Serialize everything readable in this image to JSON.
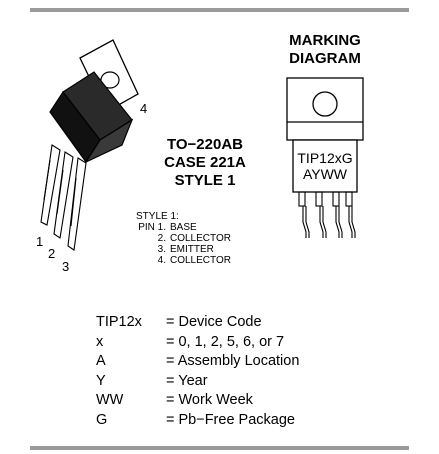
{
  "package": {
    "line1": "TO−220AB",
    "line2": "CASE 221A",
    "line3": "STYLE 1",
    "pin_labels": [
      "1",
      "2",
      "3",
      "4"
    ]
  },
  "marking": {
    "title_line1": "MARKING",
    "title_line2": "DIAGRAM",
    "code_line1": "TIP12xG",
    "code_line2": "AYWW"
  },
  "style": {
    "header": "STYLE 1:",
    "pins": [
      {
        "num": "PIN 1.",
        "name": "BASE"
      },
      {
        "num": "2.",
        "name": "COLLECTOR"
      },
      {
        "num": "3.",
        "name": "EMITTER"
      },
      {
        "num": "4.",
        "name": "COLLECTOR"
      }
    ]
  },
  "legend": [
    {
      "code": "TIP12x",
      "desc": "= Device Code"
    },
    {
      "code": "x",
      "desc": "= 0, 1, 2, 5, 6, or 7"
    },
    {
      "code": "A",
      "desc": "= Assembly Location"
    },
    {
      "code": "Y",
      "desc": "= Year"
    },
    {
      "code": "WW",
      "desc": "= Work Week"
    },
    {
      "code": "G",
      "desc": "= Pb−Free Package"
    }
  ]
}
